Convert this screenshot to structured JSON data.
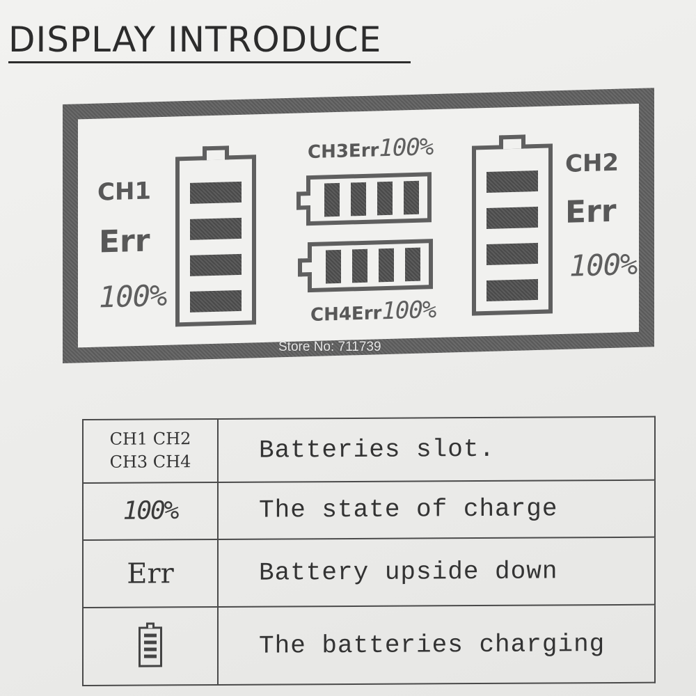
{
  "header": {
    "title": "DISPLAY INTRODUCE"
  },
  "lcd": {
    "ch1": {
      "label": "CH1",
      "err": "Err",
      "percent": "100%",
      "level_bars": 4
    },
    "ch2": {
      "label": "CH2",
      "err": "Err",
      "percent": "100%",
      "level_bars": 4
    },
    "ch3": {
      "label": "CH3Err",
      "percent": "100%",
      "level_bars": 4
    },
    "ch4": {
      "label": "CH4Err",
      "percent": "100%",
      "level_bars": 4
    }
  },
  "watermark": "Store No: 711739",
  "legend": {
    "rows": [
      {
        "symbol_line1": "CH1 CH2",
        "symbol_line2": "CH3 CH4",
        "description": "Batteries slot."
      },
      {
        "symbol": "100%",
        "description": "The state of charge"
      },
      {
        "symbol": "Err",
        "description": "Battery upside down"
      },
      {
        "symbol_icon": "battery-charging-icon",
        "description": "The batteries charging"
      }
    ]
  }
}
